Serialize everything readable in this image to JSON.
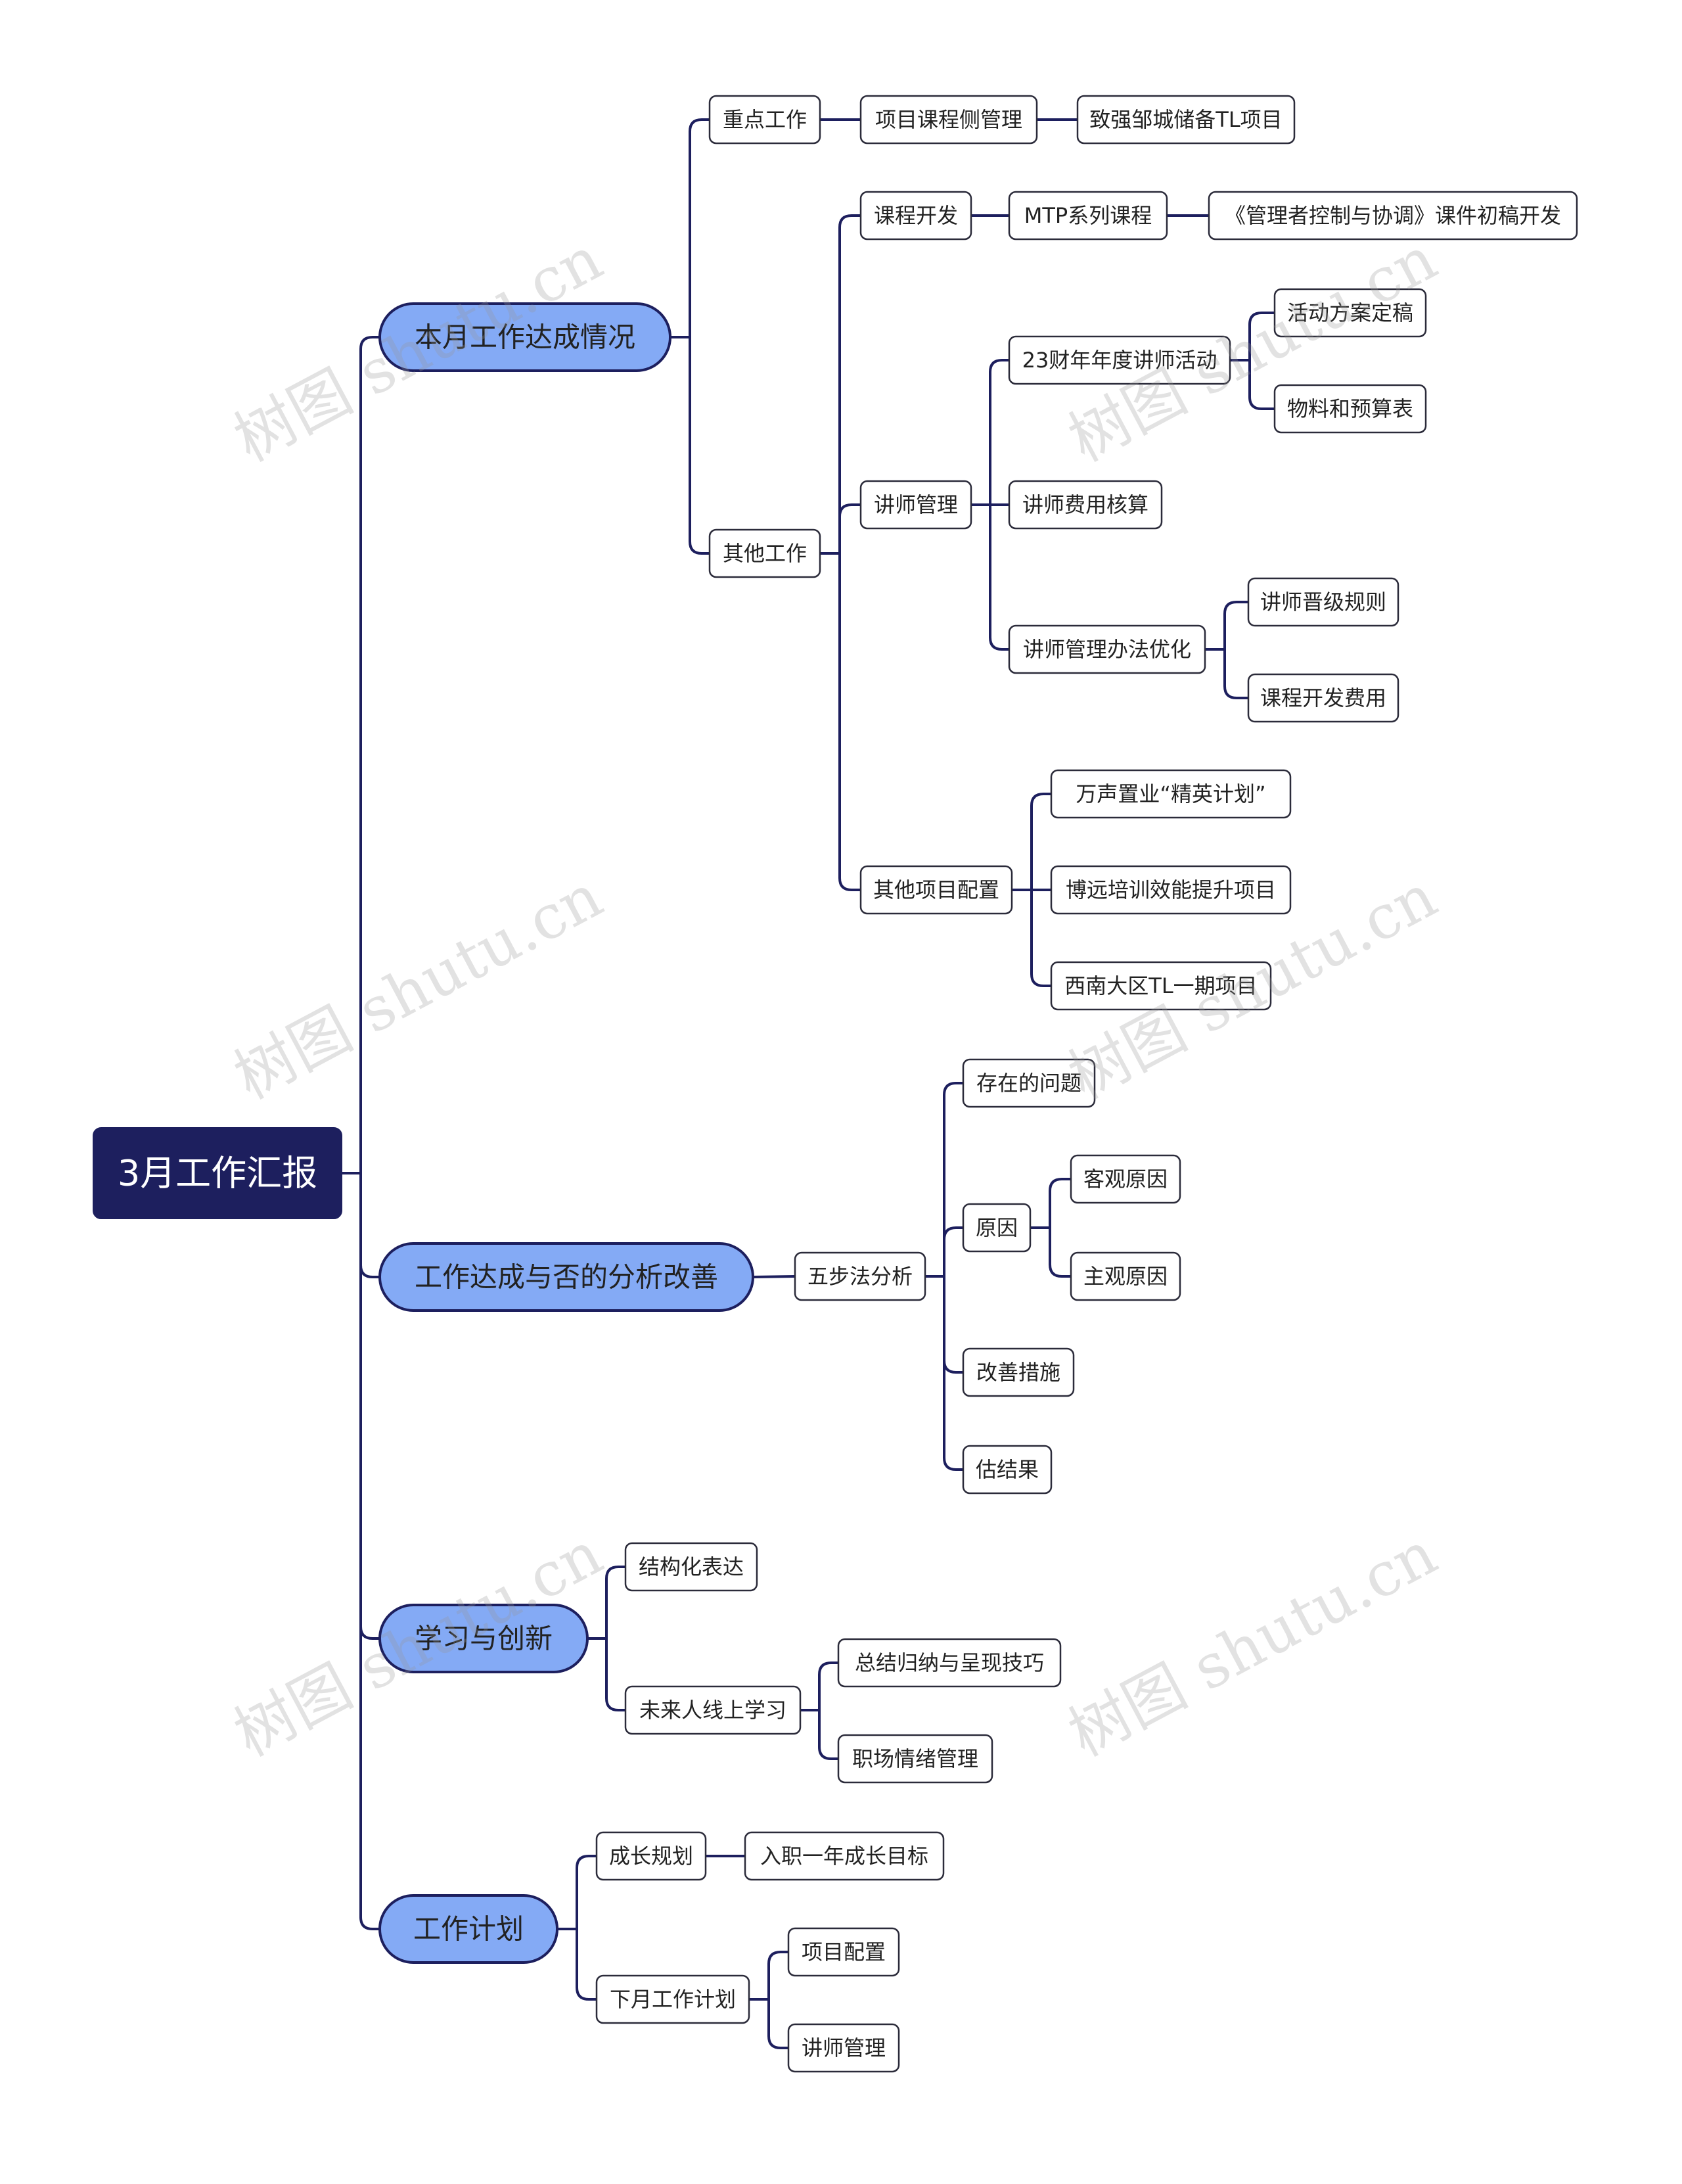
{
  "watermark": "树图 shutu.cn",
  "root": {
    "label": "3月工作汇报",
    "children": [
      {
        "label": "本月工作达成情况",
        "children": [
          {
            "label": "重点工作",
            "children": [
              {
                "label": "项目课程侧管理",
                "children": [
                  {
                    "label": "致强邹城储备TL项目"
                  }
                ]
              }
            ]
          },
          {
            "label": "其他工作",
            "children": [
              {
                "label": "课程开发",
                "children": [
                  {
                    "label": "MTP系列课程",
                    "children": [
                      {
                        "label": "《管理者控制与协调》课件初稿开发"
                      }
                    ]
                  }
                ]
              },
              {
                "label": "讲师管理",
                "children": [
                  {
                    "label": "23财年年度讲师活动",
                    "children": [
                      {
                        "label": "活动方案定稿"
                      },
                      {
                        "label": "物料和预算表"
                      }
                    ]
                  },
                  {
                    "label": "讲师费用核算"
                  },
                  {
                    "label": "讲师管理办法优化",
                    "children": [
                      {
                        "label": "讲师晋级规则"
                      },
                      {
                        "label": "课程开发费用"
                      }
                    ]
                  }
                ]
              },
              {
                "label": "其他项目配置",
                "children": [
                  {
                    "label": "万声置业“精英计划”"
                  },
                  {
                    "label": "博远培训效能提升项目"
                  },
                  {
                    "label": "西南大区TL一期项目"
                  }
                ]
              }
            ]
          }
        ]
      },
      {
        "label": "工作达成与否的分析改善",
        "children": [
          {
            "label": "五步法分析",
            "children": [
              {
                "label": "存在的问题"
              },
              {
                "label": "原因",
                "children": [
                  {
                    "label": "客观原因"
                  },
                  {
                    "label": "主观原因"
                  }
                ]
              },
              {
                "label": "改善措施"
              },
              {
                "label": "估结果"
              }
            ]
          }
        ]
      },
      {
        "label": "学习与创新",
        "children": [
          {
            "label": "结构化表达"
          },
          {
            "label": "未来人线上学习",
            "children": [
              {
                "label": "总结归纳与呈现技巧"
              },
              {
                "label": "职场情绪管理"
              }
            ]
          }
        ]
      },
      {
        "label": "工作计划",
        "children": [
          {
            "label": "成长规划",
            "children": [
              {
                "label": "入职一年成长目标"
              }
            ]
          },
          {
            "label": "下月工作计划",
            "children": [
              {
                "label": "项目配置"
              },
              {
                "label": "讲师管理"
              }
            ]
          }
        ]
      }
    ]
  },
  "colors": {
    "root_fill": "#1d1f5e",
    "root_text": "#ffffff",
    "branch_fill": "#84aaf5",
    "branch_stroke": "#1d1f5e",
    "node_fill": "#ffffff",
    "node_stroke": "#2b2b3a",
    "line": "#1d1f5e",
    "text": "#222222"
  }
}
